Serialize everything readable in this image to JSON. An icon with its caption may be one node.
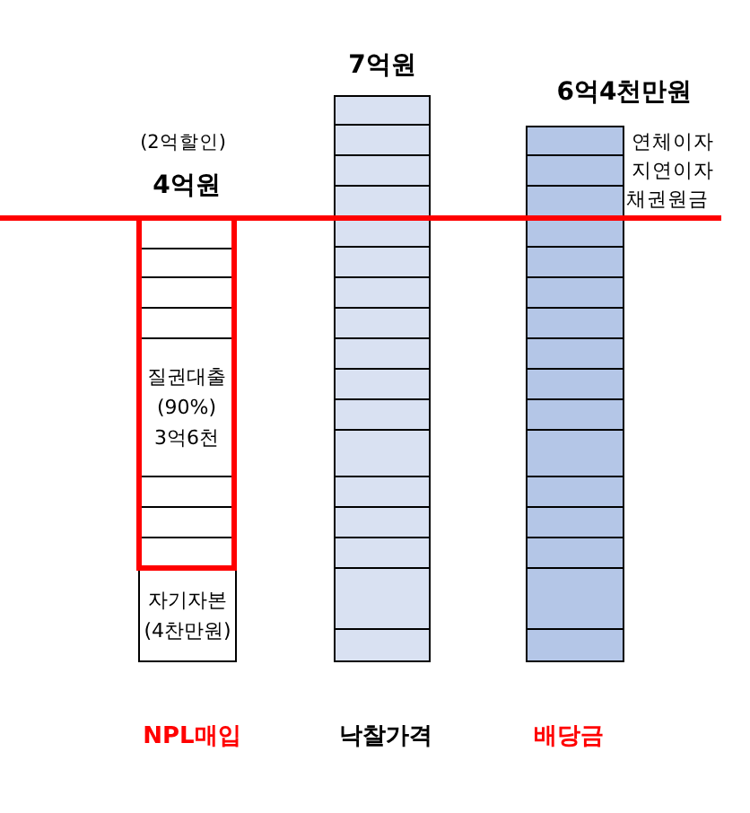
{
  "diagram": {
    "nodes": [
      {
        "text": [
          "질권대출 (90%) 3억6천"
        ]
      },
      {
        "text": [
          "자기자본 (4찬만원)"
        ]
      },
      {
        "text": [],
        "shape": "bar",
        "beside": [
          "7억원",
          "낙찰가격"
        ]
      },
      {
        "text": [],
        "shape": "bar",
        "beside": [
          "6억4천만원",
          "연체이자",
          "지연이자",
          "채권원금",
          "배당금"
        ]
      }
    ],
    "labels": [
      "(2억할인)",
      "4억원",
      "NPL매입"
    ]
  }
}
